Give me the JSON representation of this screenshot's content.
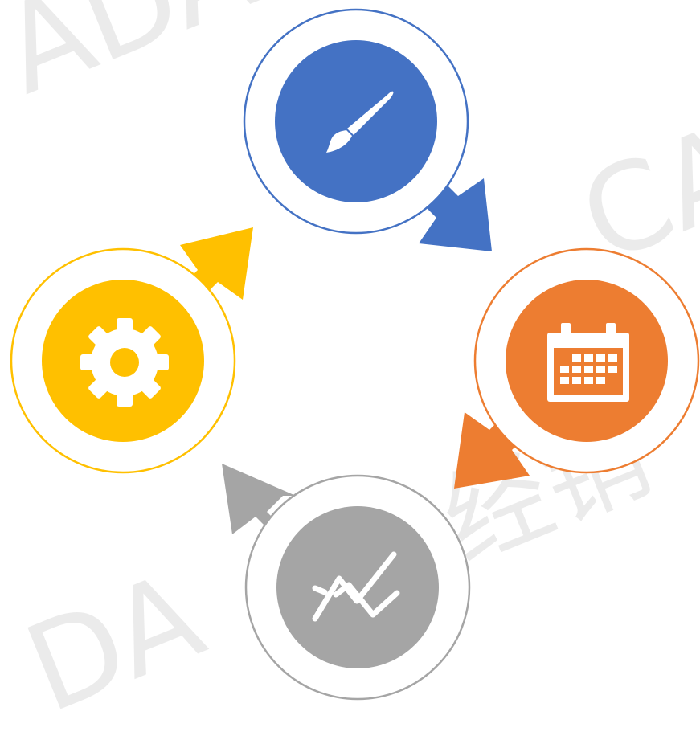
{
  "watermark": {
    "text_top": "ADA",
    "text_bottom": "DA",
    "text_right_top": "CA",
    "text_right": "经销"
  },
  "colors": {
    "blue": "#4472C4",
    "orange": "#ED7D31",
    "gray": "#A5A5A5",
    "yellow": "#FFC000",
    "icon": "#ffffff"
  },
  "cycle": [
    {
      "id": "design",
      "icon": "paintbrush-icon",
      "color": "blue"
    },
    {
      "id": "schedule",
      "icon": "calendar-icon",
      "color": "orange"
    },
    {
      "id": "analysis",
      "icon": "line-chart-icon",
      "color": "gray"
    },
    {
      "id": "settings",
      "icon": "gear-icon",
      "color": "yellow"
    }
  ]
}
